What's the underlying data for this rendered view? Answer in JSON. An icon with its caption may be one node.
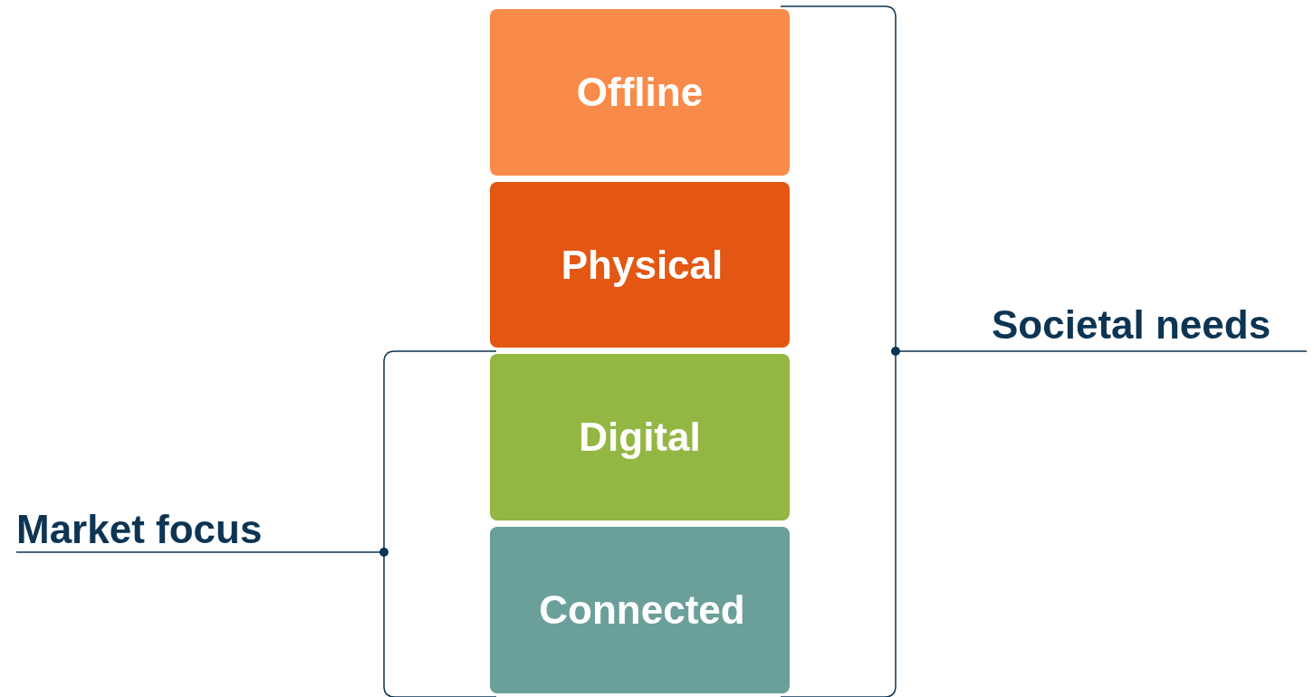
{
  "diagram": {
    "nodes": [
      {
        "text": [
          "Offline"
        ]
      },
      {
        "text": [
          "Physical"
        ]
      },
      {
        "text": [
          "Digital"
        ]
      },
      {
        "text": [
          "Connected"
        ]
      }
    ],
    "labels": [
      "Societal needs",
      "Market focus"
    ]
  }
}
